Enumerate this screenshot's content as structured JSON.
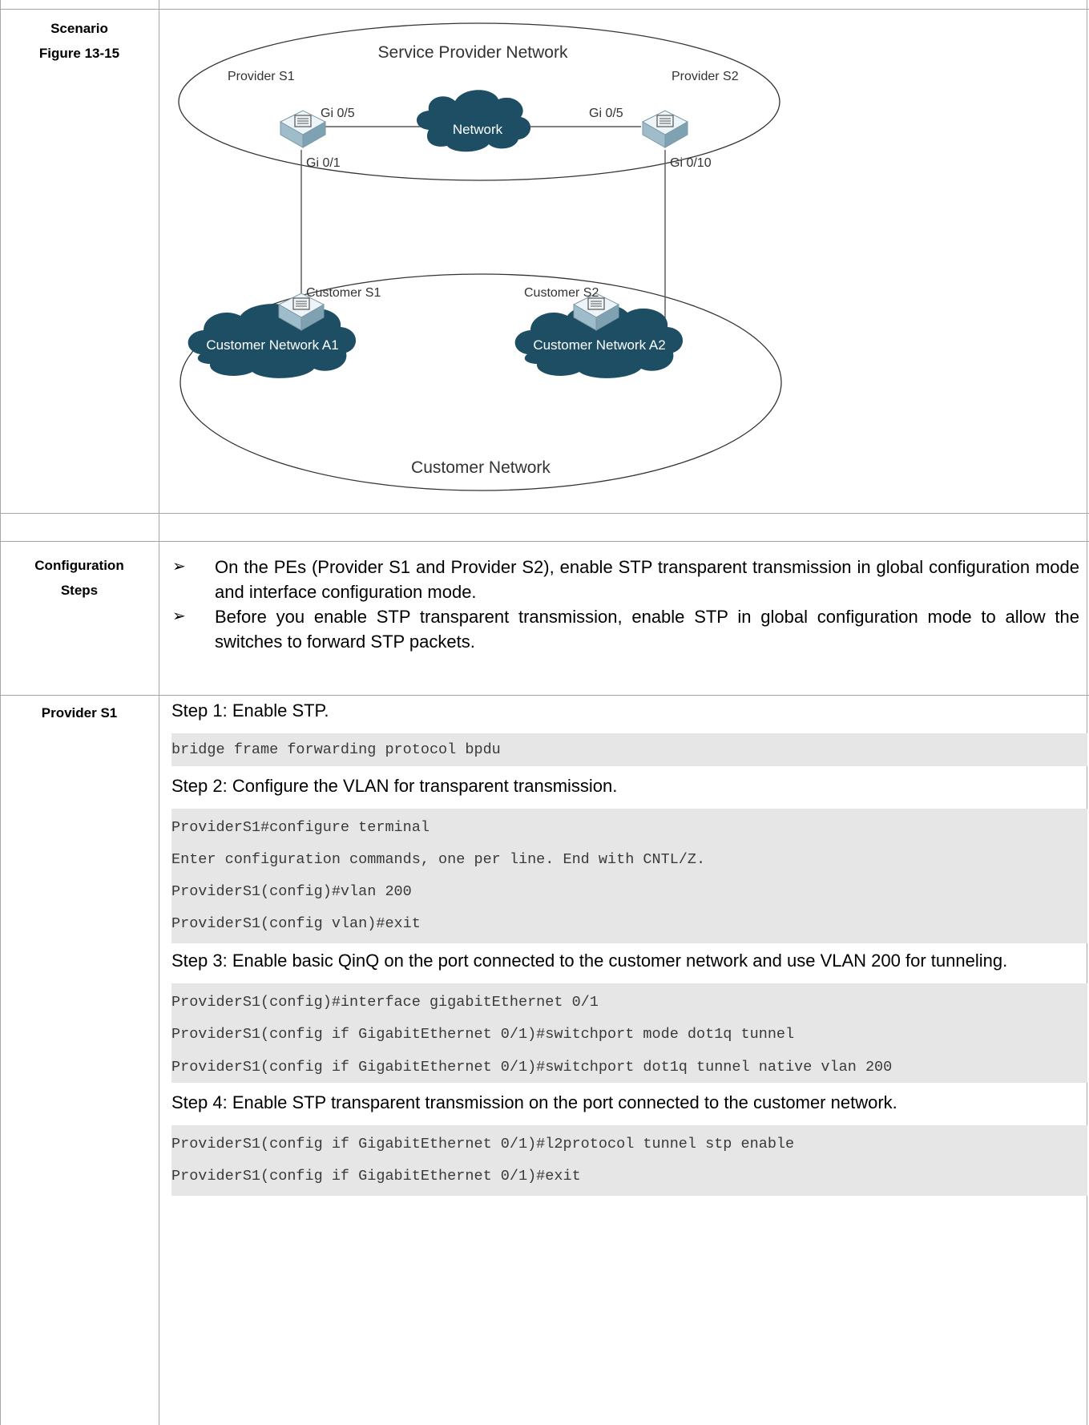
{
  "rows": {
    "scenario": {
      "label_line1": "Scenario",
      "label_line2": "Figure 13-15"
    },
    "config_steps": {
      "label_line1": "Configuration",
      "label_line2": "Steps"
    },
    "provider": {
      "label": "Provider S1"
    }
  },
  "diagram": {
    "service_provider_network": "Service Provider Network",
    "customer_network": "Customer Network",
    "provider_s1": "Provider S1",
    "provider_s2": "Provider S2",
    "network": "Network",
    "gi_s1_05": "Gi 0/5",
    "gi_s1_01": "Gi 0/1",
    "gi_s2_05": "Gi 0/5",
    "gi_s2_010": "Gi 0/10",
    "customer_s1": "Customer S1",
    "customer_s2": "Customer S2",
    "customer_network_a1": "Customer Network A1",
    "customer_network_a2": "Customer Network A2"
  },
  "config_steps": [
    "On the PEs (Provider S1 and Provider S2), enable STP transparent transmission in global configuration mode and interface configuration mode.",
    "Before you enable STP transparent transmission, enable STP in global configuration mode to allow the switches to forward STP packets."
  ],
  "steps": {
    "step1": {
      "text": "Step 1: Enable STP.",
      "code": [
        "bridge frame forwarding protocol bpdu"
      ]
    },
    "step2": {
      "text": "Step 2: Configure the VLAN for transparent transmission.",
      "code": [
        "ProviderS1#configure terminal",
        "Enter configuration commands, one per line.  End with CNTL/Z.",
        "ProviderS1(config)#vlan 200",
        "ProviderS1(config vlan)#exit"
      ]
    },
    "step3": {
      "text": "Step 3: Enable basic QinQ on the port connected to the customer network and use VLAN 200 for tunneling.",
      "code": [
        "ProviderS1(config)#interface gigabitEthernet 0/1",
        "ProviderS1(config if GigabitEthernet 0/1)#switchport mode dot1q tunnel",
        "ProviderS1(config if GigabitEthernet 0/1)#switchport dot1q tunnel native vlan 200"
      ]
    },
    "step4": {
      "text": "Step 4: Enable STP transparent transmission on the port connected to the customer network.",
      "code": [
        "ProviderS1(config if GigabitEthernet 0/1)#l2protocol tunnel stp enable",
        "ProviderS1(config if GigabitEthernet 0/1)#exit"
      ]
    }
  }
}
